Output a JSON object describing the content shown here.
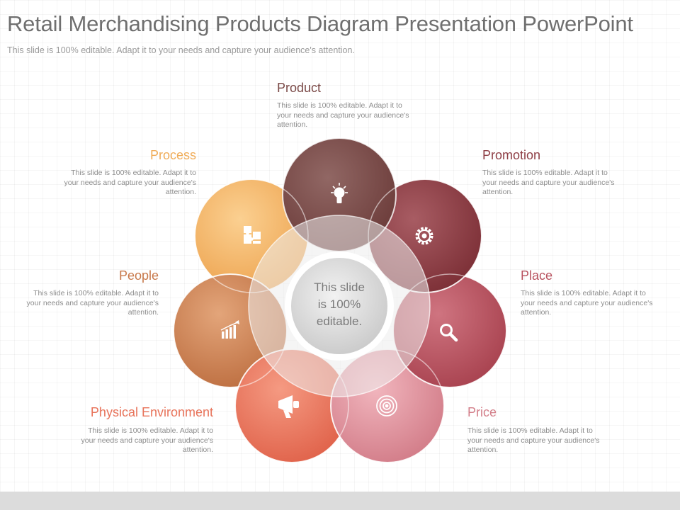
{
  "header": {
    "title": "Retail Merchandising Products Diagram Presentation PowerPoint",
    "subtitle": "This slide is 100% editable. Adapt it to your needs and capture your audience's attention."
  },
  "center": {
    "text_line1": "This slide",
    "text_line2": "is 100%",
    "text_line3": "editable."
  },
  "petals": [
    {
      "label": "Product",
      "description": "This slide is 100% editable. Adapt it to your needs and capture your audience's attention.",
      "icon": "lightbulb-icon",
      "color": "#7b4a48",
      "label_color": "#7b4a48"
    },
    {
      "label": "Promotion",
      "description": "This slide is 100% editable. Adapt it to your needs and capture your audience's attention.",
      "icon": "gear-icon",
      "color": "#8f3f46",
      "label_color": "#8f3f46"
    },
    {
      "label": "Place",
      "description": "This slide is 100% editable. Adapt it to your needs and capture your audience's attention.",
      "icon": "magnifier-icon",
      "color": "#b8525f",
      "label_color": "#b8525f"
    },
    {
      "label": "Price",
      "description": "This slide is 100% editable. Adapt it to your needs and capture your audience's attention.",
      "icon": "target-icon",
      "color": "#dd8e99",
      "label_color": "#d37e89"
    },
    {
      "label": "Physical Environment",
      "description": "This slide is 100% editable. Adapt it to your needs and capture your audience's attention.",
      "icon": "megaphone-icon",
      "color": "#e8735a",
      "label_color": "#e8735a"
    },
    {
      "label": "People",
      "description": "This slide is 100% editable. Adapt it to your needs and capture your audience's attention.",
      "icon": "bar-chart-icon",
      "color": "#cf8453",
      "label_color": "#c8794b"
    },
    {
      "label": "Process",
      "description": "This slide is 100% editable. Adapt it to your needs and capture your audience's attention.",
      "icon": "puzzle-icon",
      "color": "#f2b764",
      "label_color": "#f0ac58"
    }
  ]
}
